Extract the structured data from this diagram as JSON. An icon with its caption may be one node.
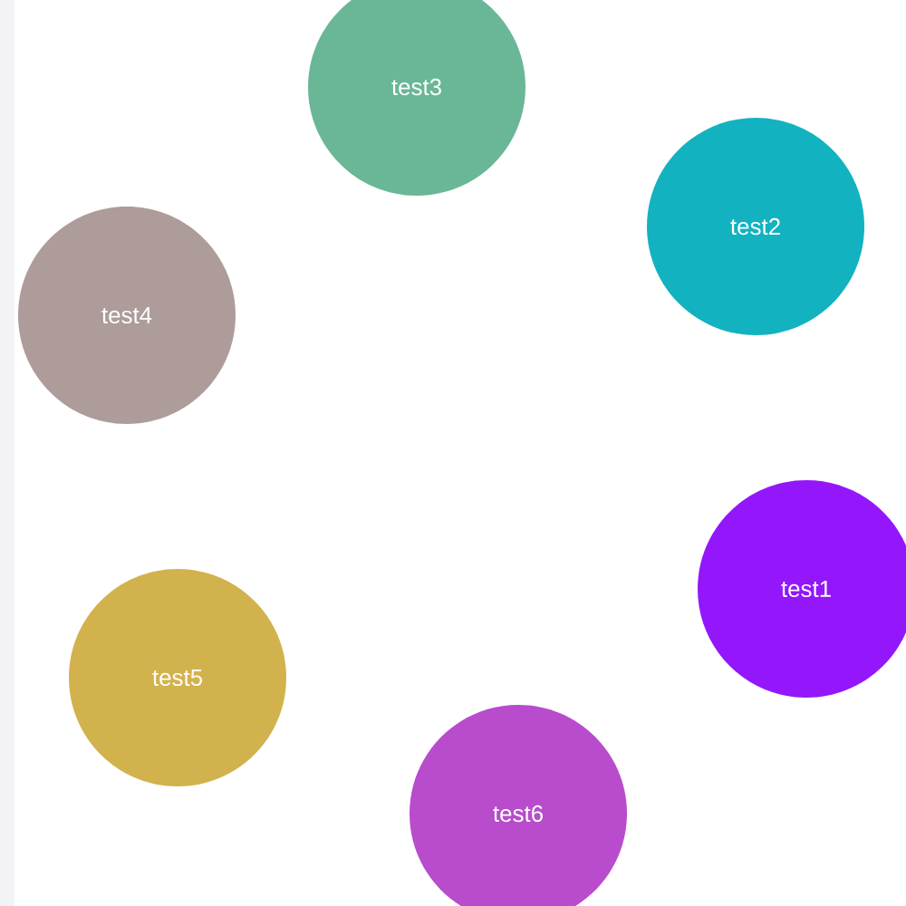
{
  "diagram": {
    "nodes": [
      {
        "text": [
          "test3"
        ]
      },
      {
        "text": [
          "test2"
        ]
      },
      {
        "text": [
          "test4"
        ]
      },
      {
        "text": [
          "test1"
        ]
      },
      {
        "text": [
          "test5"
        ]
      },
      {
        "text": [
          "test6"
        ]
      }
    ]
  }
}
